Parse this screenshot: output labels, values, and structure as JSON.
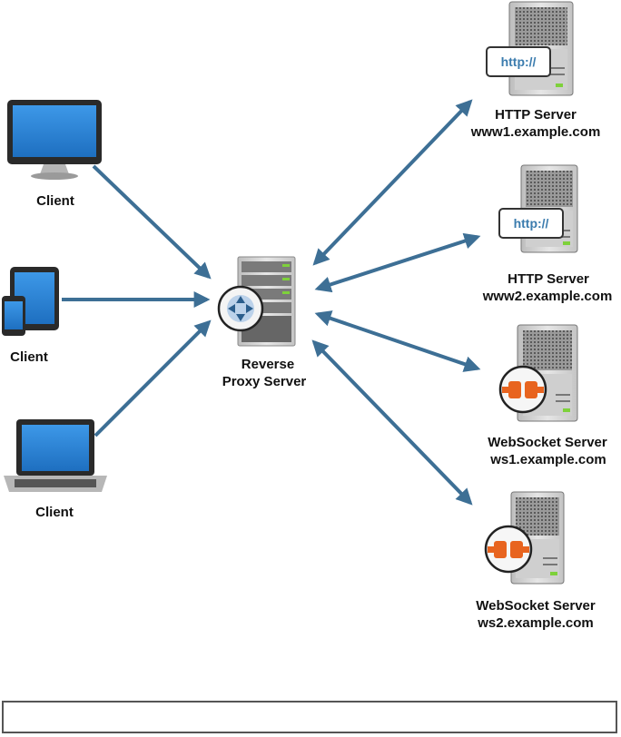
{
  "nodes": {
    "client_desktop": {
      "label": "Client"
    },
    "client_tablet": {
      "label": "Client"
    },
    "client_laptop": {
      "label": "Client"
    },
    "proxy": {
      "label_line1": "Reverse",
      "label_line2": "Proxy Server"
    },
    "http1": {
      "label_line1": "HTTP Server",
      "label_line2": "www1.example.com",
      "badge": "http://"
    },
    "http2": {
      "label_line1": "HTTP Server",
      "label_line2": "www2.example.com",
      "badge": "http://"
    },
    "ws1": {
      "label_line1": "WebSocket Server",
      "label_line2": "ws1.example.com"
    },
    "ws2": {
      "label_line1": "WebSocket Server",
      "label_line2": "ws2.example.com"
    }
  },
  "caption": "",
  "colors": {
    "arrow": "#3d6f95",
    "screen": "#2b86d9",
    "server_body": "#d9d9d9",
    "server_dark": "#8a8a8a",
    "websocket_orange": "#e8641f",
    "led_green": "#7ed13b",
    "badge_text": "#3b7cae"
  }
}
